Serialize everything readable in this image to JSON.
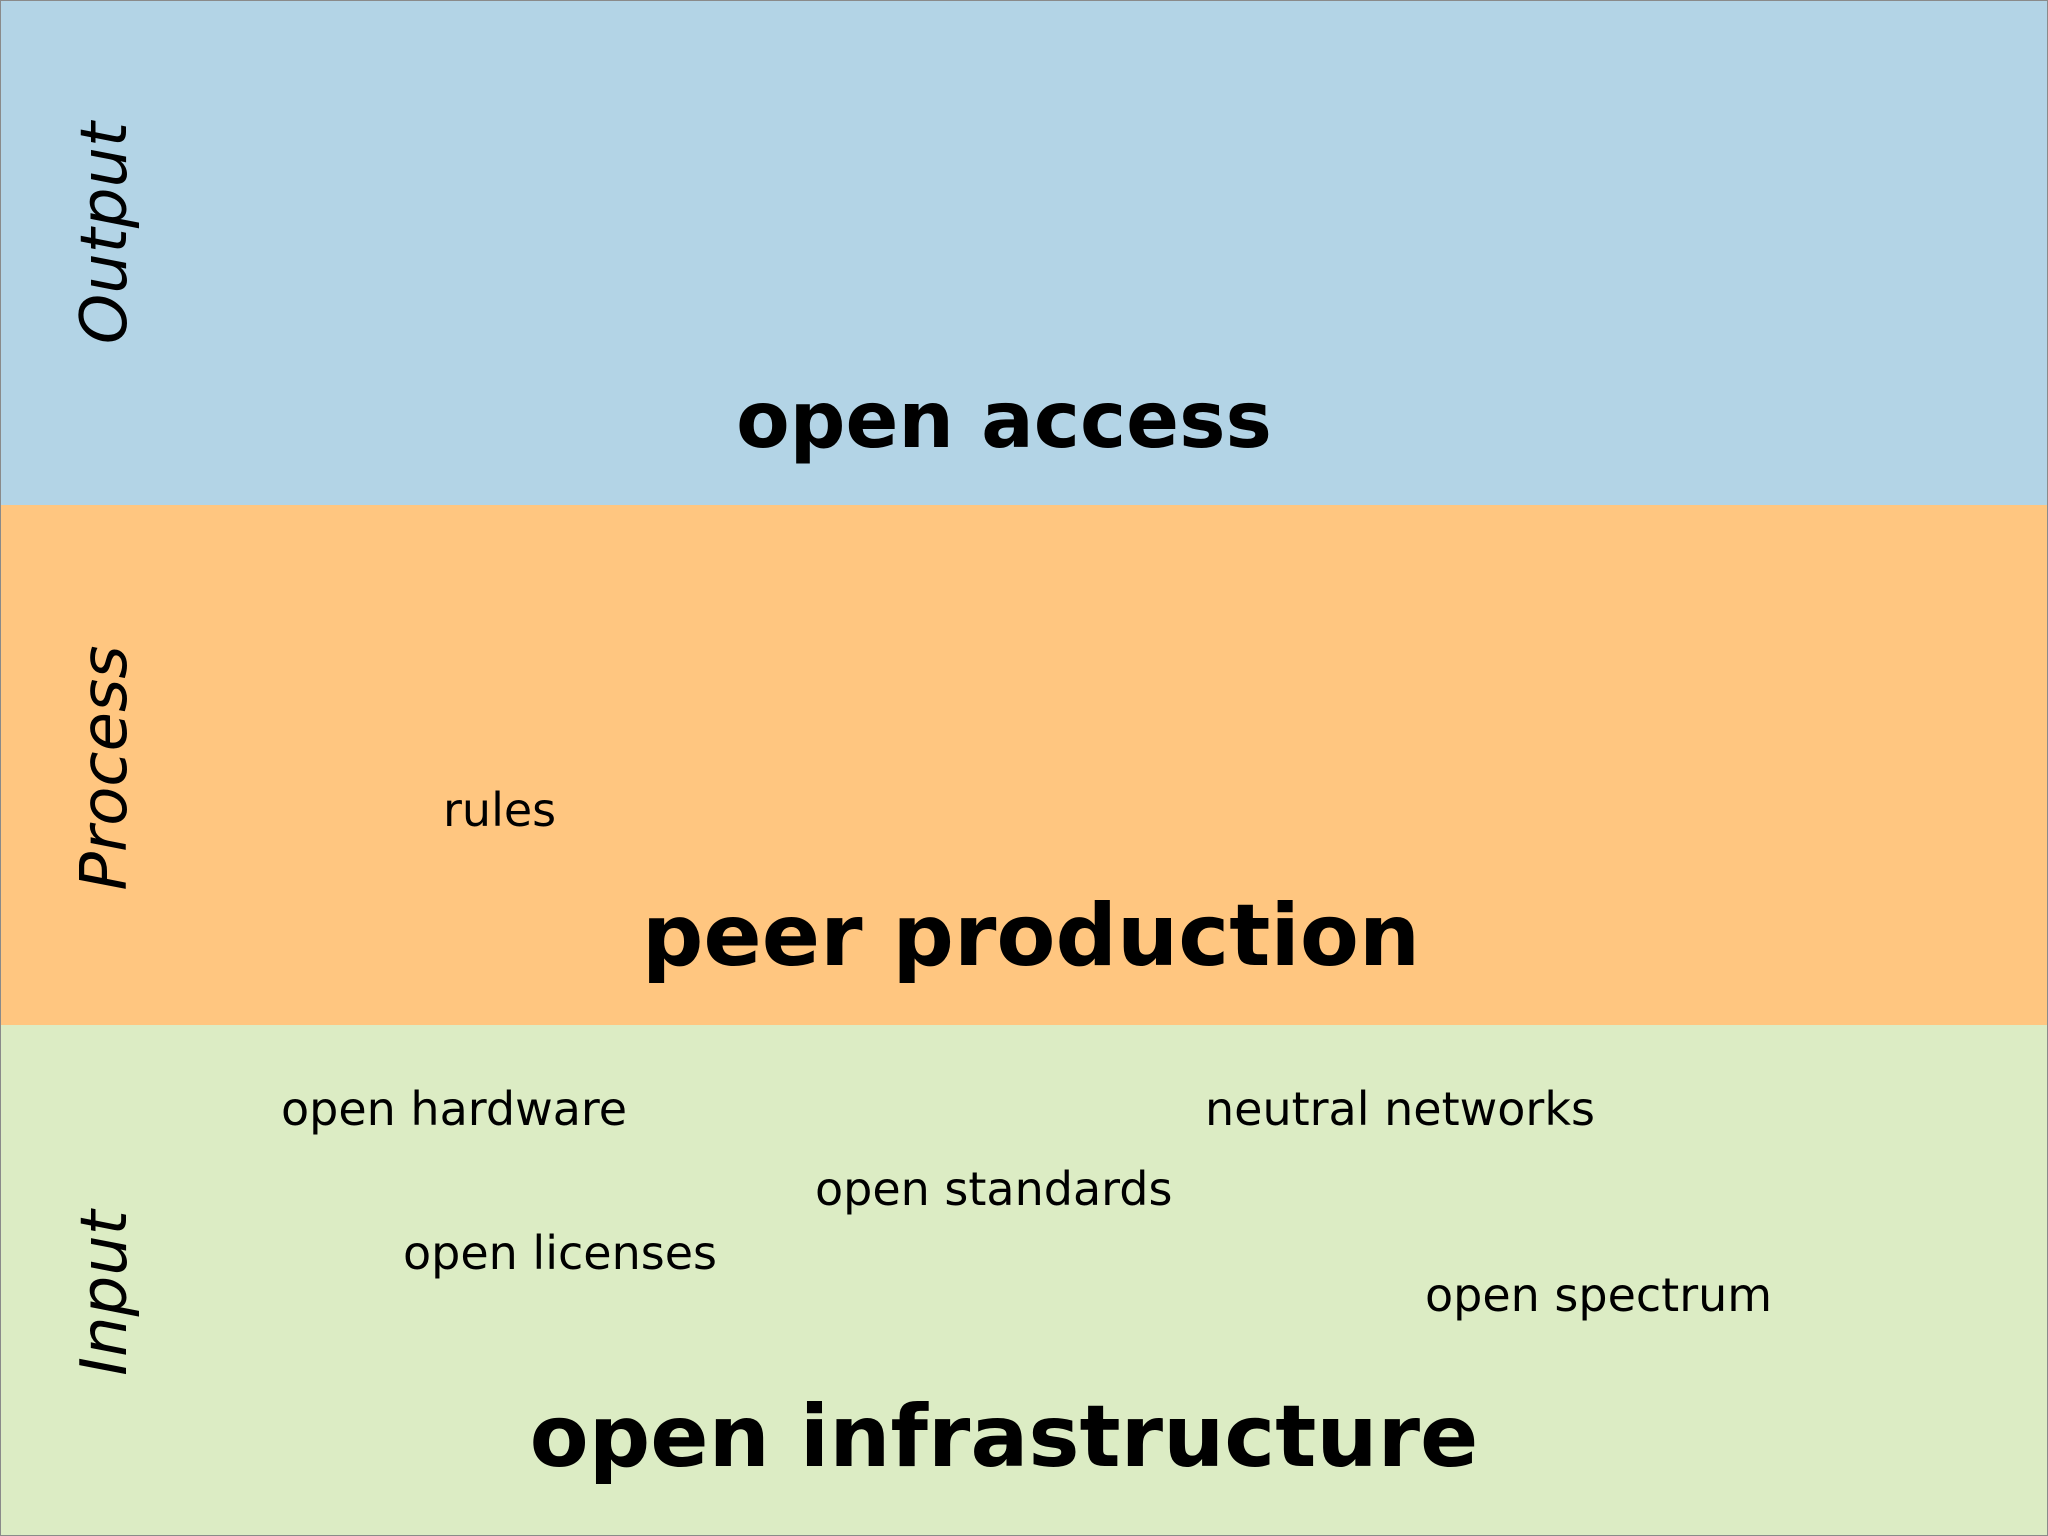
{
  "colors": {
    "output_band": "#b3d4e6",
    "process_band": "#ffc680",
    "input_band": "#dcecc4"
  },
  "layers": {
    "output": {
      "side_label": "Output",
      "main_label": "open access"
    },
    "process": {
      "side_label": "Process",
      "main_label": "peer production",
      "items": [
        "rules"
      ]
    },
    "input": {
      "side_label": "Input",
      "main_label": "open infrastructure",
      "items": [
        "open hardware",
        "neutral networks",
        "open standards",
        "open licenses",
        "open spectrum"
      ]
    }
  }
}
